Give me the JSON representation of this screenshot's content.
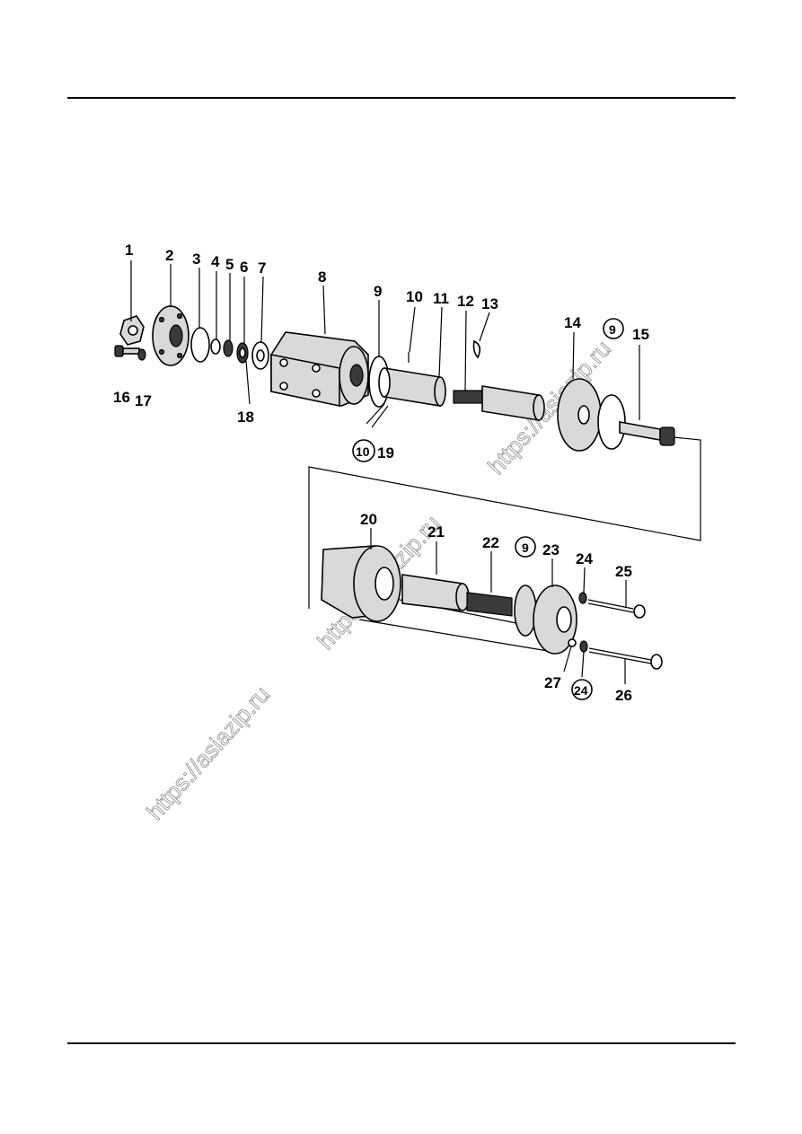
{
  "labels": [
    "1",
    "2",
    "3",
    "4",
    "5",
    "6",
    "7",
    "8",
    "9",
    "10",
    "11",
    "12",
    "13",
    "14",
    "9",
    "15",
    "16",
    "17",
    "18",
    "10",
    "19",
    "20",
    "21",
    "22",
    "9",
    "23",
    "24",
    "25",
    "27",
    "24",
    "26"
  ],
  "watermark": "https://asiazip.ru",
  "colors": {
    "ink": "#000000",
    "watermark": "#9a9a9a",
    "paper": "#ffffff"
  }
}
